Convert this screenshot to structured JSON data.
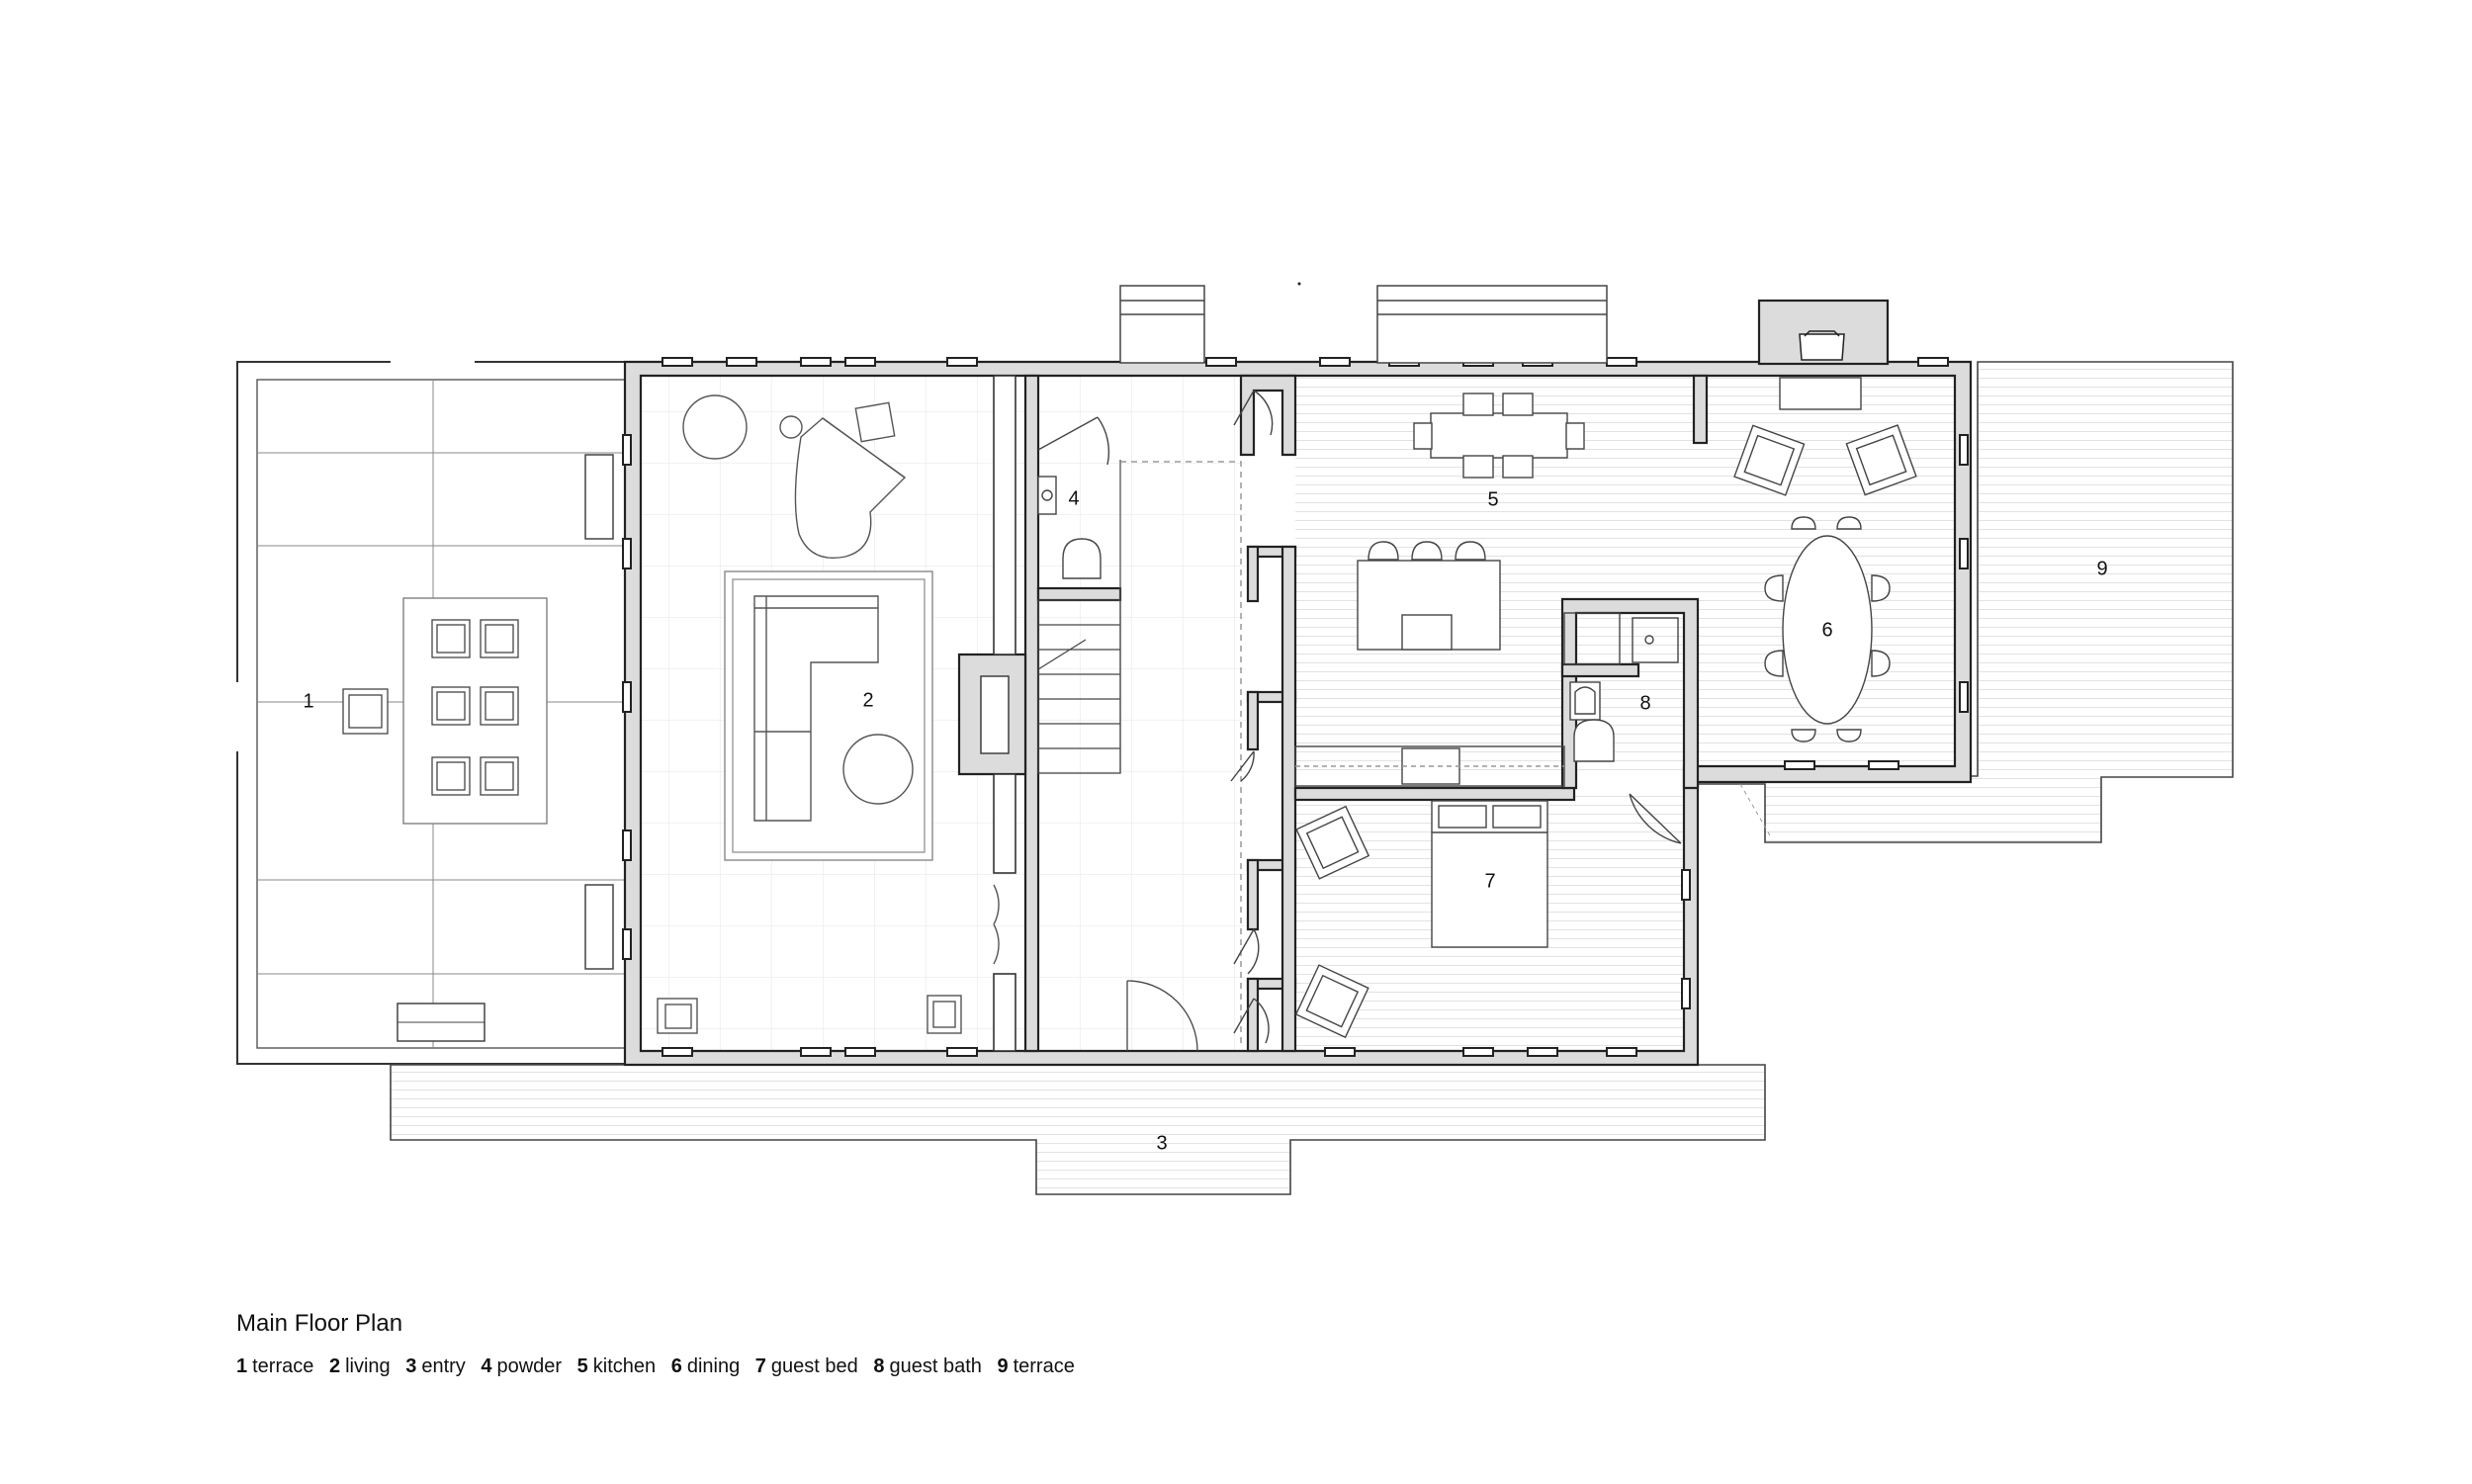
{
  "plan": {
    "title": "Main Floor Plan",
    "rooms": [
      {
        "number": "1",
        "name": "terrace"
      },
      {
        "number": "2",
        "name": "living"
      },
      {
        "number": "3",
        "name": "entry"
      },
      {
        "number": "4",
        "name": "powder"
      },
      {
        "number": "5",
        "name": "kitchen"
      },
      {
        "number": "6",
        "name": "dining"
      },
      {
        "number": "7",
        "name": "guest bed"
      },
      {
        "number": "8",
        "name": "guest bath"
      },
      {
        "number": "9",
        "name": "terrace"
      }
    ]
  },
  "colors": {
    "wall_fill": "#dcdcdc",
    "wall_line": "#222222",
    "thin_line": "#9a9a9a",
    "hatch_line": "#e2e2e2",
    "background": "#ffffff"
  }
}
